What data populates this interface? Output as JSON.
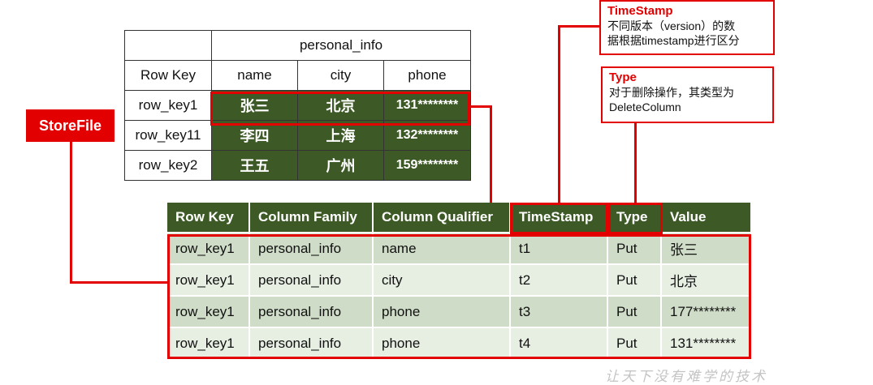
{
  "storefile_label": "StoreFile",
  "top_table": {
    "family": "personal_info",
    "headers": [
      "Row Key",
      "name",
      "city",
      "phone"
    ],
    "rows": [
      [
        "row_key1",
        "张三",
        "北京",
        "131********"
      ],
      [
        "row_key11",
        "李四",
        "上海",
        "132********"
      ],
      [
        "row_key2",
        "王五",
        "广州",
        "159********"
      ]
    ]
  },
  "bottom_table": {
    "headers": [
      "Row Key",
      "Column Family",
      "Column Qualifier",
      "TimeStamp",
      "Type",
      "Value"
    ],
    "rows": [
      [
        "row_key1",
        "personal_info",
        "name",
        "t1",
        "Put",
        "张三"
      ],
      [
        "row_key1",
        "personal_info",
        "city",
        "t2",
        "Put",
        "北京"
      ],
      [
        "row_key1",
        "personal_info",
        "phone",
        "t3",
        "Put",
        "177********"
      ],
      [
        "row_key1",
        "personal_info",
        "phone",
        "t4",
        "Put",
        "131********"
      ]
    ]
  },
  "notes": {
    "timestamp": {
      "title": "TimeStamp",
      "line1": "不同版本（version）的数",
      "line2": "据根据timestamp进行区分"
    },
    "type": {
      "title": "Type",
      "line1": "对于删除操作，其类型为",
      "line2": "DeleteColumn"
    }
  },
  "watermark": "让天下没有难学的技术",
  "colors": {
    "header_green": "#3d5a26",
    "accent_red": "#e30000",
    "row_odd": "#cfdcc7",
    "row_even": "#e7efe3"
  }
}
